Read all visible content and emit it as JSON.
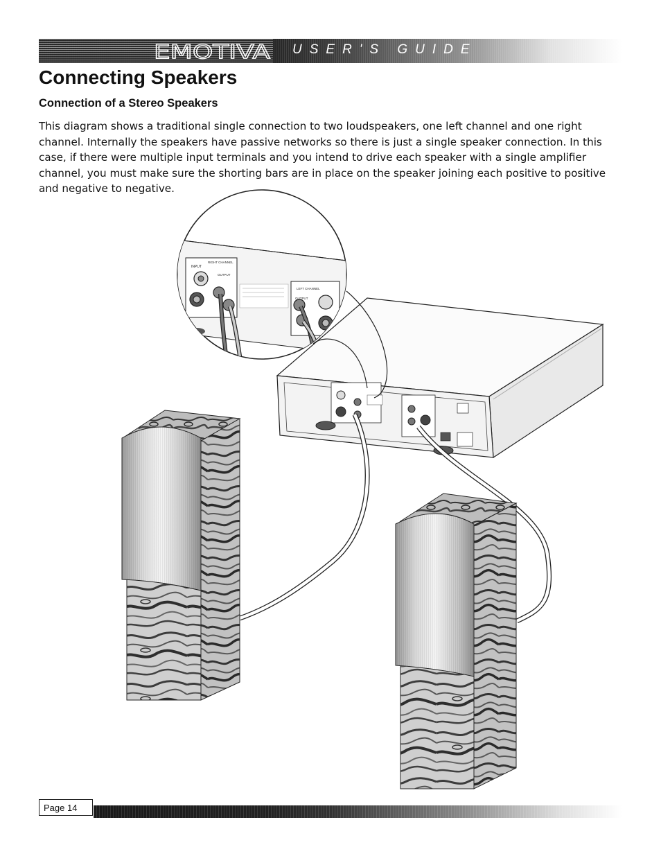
{
  "header": {
    "brand": "EMOTIVA",
    "guide_label": "USER'S GUIDE"
  },
  "page": {
    "title": "Connecting Speakers",
    "section_title": "Connection of a Stereo Speakers",
    "body": "This diagram shows a traditional single connection to two loudspeakers, one left channel and one right channel. Internally the speakers have passive networks so there is just a single speaker connection. In this case, if there were multiple input terminals and you intend to drive each speaker with a single amplifier channel, you must make sure the shorting bars are in place on the speaker joining each positive to positive and negative to negative."
  },
  "diagram": {
    "panel_labels": {
      "input": "INPUT",
      "output": "OUTPUT",
      "right_channel": "RIGHT CHANNEL",
      "left_channel": "LEFT CHANNEL"
    }
  },
  "footer": {
    "page_label": "Page 14"
  },
  "colors": {
    "band_dark": "#1a1a1a",
    "text": "#111111",
    "wood_light": "#c8c8c8",
    "wood_dark": "#3a3a3a"
  }
}
